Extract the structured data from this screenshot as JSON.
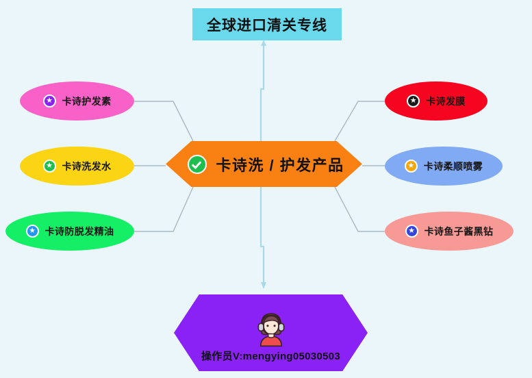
{
  "page": {
    "background_color": "#eaf6fa",
    "title": "全球进口清关专线"
  },
  "banner": {
    "label": "全球进口清关专线",
    "color": "#6ad9ec"
  },
  "center": {
    "label": "卡诗洗 / 护发产品",
    "color": "#f98012",
    "icon": "check-circle-icon",
    "icon_color": "#1fbf4f"
  },
  "operator": {
    "label": "操作员V:mengying05030503",
    "color": "#8a21f5",
    "icon": "customer-service-agent-icon"
  },
  "branches": {
    "left": [
      {
        "label": "卡诗护发素",
        "color": "#f862c8",
        "icon": "star-icon",
        "icon_color": "#8a21f5"
      },
      {
        "label": "卡诗洗发水",
        "color": "#fbd514",
        "icon": "star-icon",
        "icon_color": "#1fbf4f"
      },
      {
        "label": "卡诗防脱发精油",
        "color": "#14ef66",
        "icon": "star-icon",
        "icon_color": "#2196f3"
      }
    ],
    "right": [
      {
        "label": "卡诗发膜",
        "color": "#f5051f",
        "icon": "star-icon",
        "icon_color": "#1a1a1a"
      },
      {
        "label": "卡诗柔顺喷雾",
        "color": "#81aaf4",
        "icon": "star-icon",
        "icon_color": "#f5a60a"
      },
      {
        "label": "卡诗鱼子酱黑钻",
        "color": "#f79a95",
        "icon": "star-icon",
        "icon_color": "#3344dd"
      }
    ]
  },
  "connectors": {
    "branch_line_color": "#aab8c2",
    "arrow_color": "#a9d8ea"
  }
}
